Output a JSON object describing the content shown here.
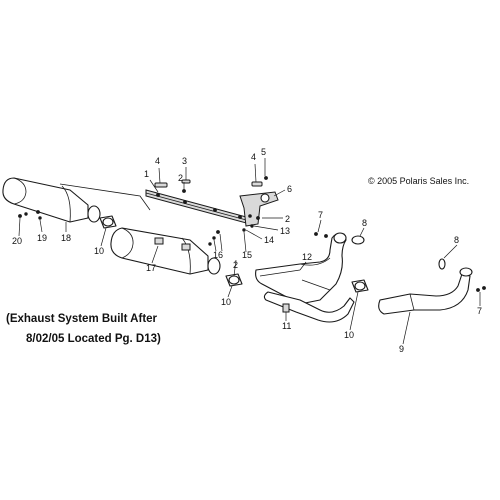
{
  "copyright": "© 2005 Polaris Sales Inc.",
  "note": {
    "line1": "(Exhaust System Built After",
    "line2": "8/02/05 Located Pg. D13)"
  },
  "callouts": [
    "1",
    "2",
    "3",
    "4",
    "4",
    "5",
    "6",
    "2",
    "13",
    "14",
    "15",
    "16",
    "2",
    "7",
    "8",
    "12",
    "8",
    "7",
    "9",
    "10",
    "10",
    "10",
    "11",
    "17",
    "18",
    "19",
    "20"
  ]
}
